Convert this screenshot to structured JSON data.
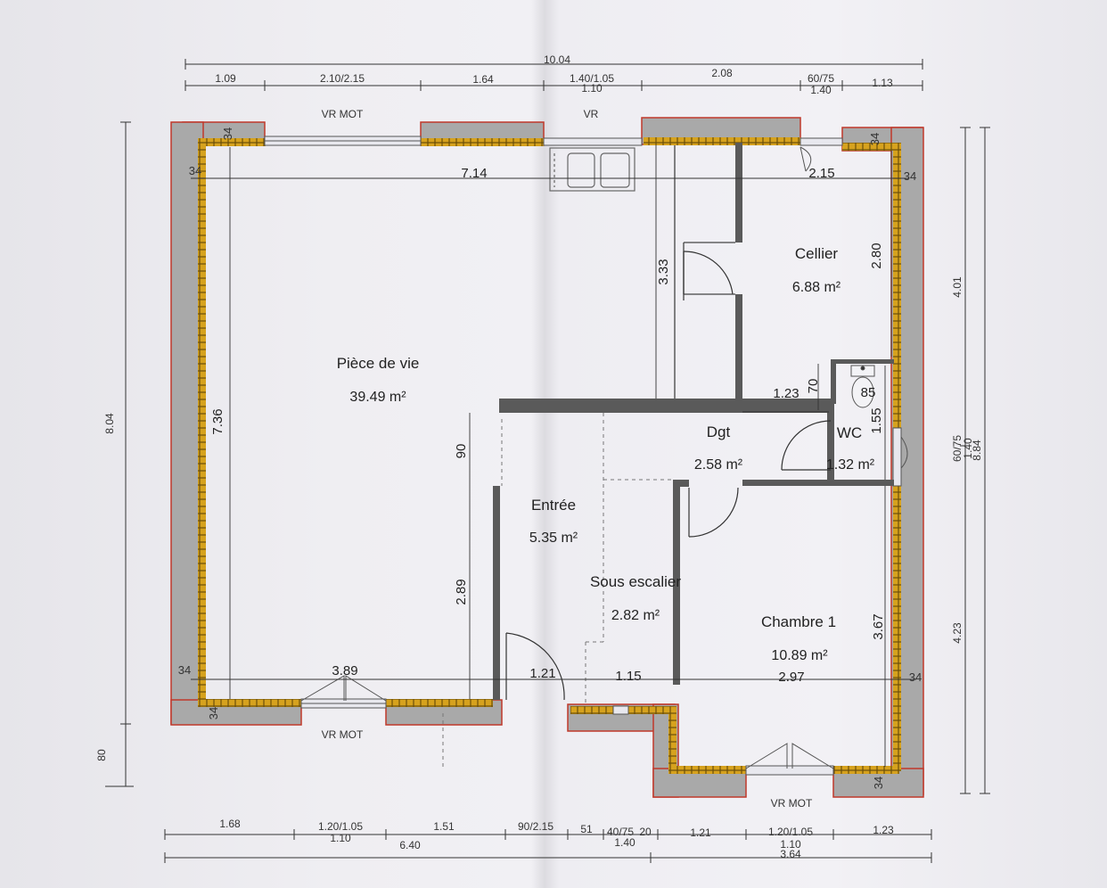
{
  "plan": {
    "rooms": [
      {
        "name": "Pièce de vie",
        "area": "39.49 m²"
      },
      {
        "name": "Cellier",
        "area": "6.88 m²"
      },
      {
        "name": "Dgt",
        "area": "2.58 m²"
      },
      {
        "name": "WC",
        "area": "1.32 m²"
      },
      {
        "name": "Entrée",
        "area": "5.35 m²"
      },
      {
        "name": "Sous escalier",
        "area": "2.82 m²"
      },
      {
        "name": "Chambre 1",
        "area": "10.89 m²"
      }
    ],
    "top_dims": {
      "total": "10.04",
      "segments": [
        "1.09",
        "2.10/2.15",
        "1.64",
        "1.40/1.05",
        "2.08",
        "60/75",
        "1.13"
      ],
      "sub_110": "1.10",
      "sub_140": "1.40"
    },
    "bottom_dims": {
      "segments": [
        "1.68",
        "1.20/1.05",
        "1.51",
        "90/2.15",
        "51",
        "40/75",
        "20",
        "1.21",
        "1.20/1.05",
        "1.23"
      ],
      "sub_110_left": "1.10",
      "sub_640": "6.40",
      "sub_140": "1.40",
      "sub_110_right": "1.10",
      "sub_364": "3.64"
    },
    "left_dims": {
      "total": "8.04",
      "lower": "80"
    },
    "right_dims": {
      "upper": "4.01",
      "lower": "4.23",
      "window": "60/75",
      "w140": "1.40",
      "total": "8.84"
    },
    "inner_dims": {
      "d714": "7.14",
      "d736": "7.36",
      "d333": "3.33",
      "d280": "2.80",
      "d215": "2.15",
      "d123": "1.23",
      "d70": "70",
      "d85": "85",
      "d155": "1.55",
      "d90": "90",
      "d289": "2.89",
      "d389": "3.89",
      "d121": "1.21",
      "d115": "1.15",
      "d297": "2.97",
      "d367": "3.67",
      "w34": "34"
    },
    "labels": {
      "vr_mot_top": "VR MOT",
      "vr_top": "VR",
      "vr_mot_bottom_left": "VR MOT",
      "vr_mot_bottom_right": "VR MOT"
    }
  }
}
